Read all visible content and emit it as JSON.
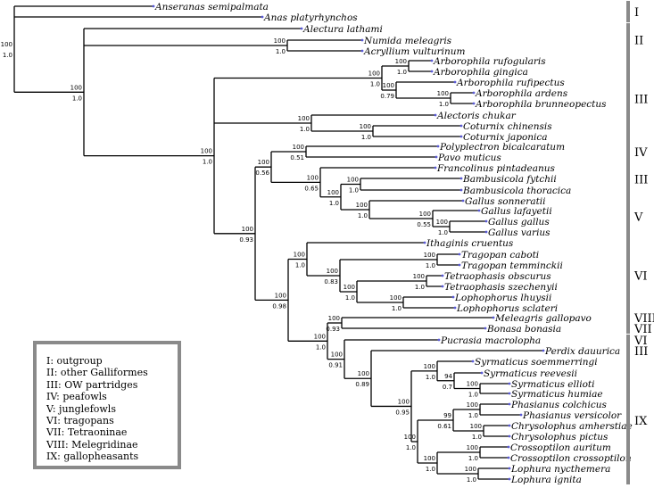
{
  "taxa": [
    {
      "id": "anseranas",
      "label": "Anseranas semipalmata"
    },
    {
      "id": "anas",
      "label": "Anas platyrhynchos"
    },
    {
      "id": "alectura",
      "label": "Alectura lathami"
    },
    {
      "id": "numida",
      "label": "Numida meleagris"
    },
    {
      "id": "acryllium",
      "label": "Acryllium vulturinum"
    },
    {
      "id": "arb_ruf",
      "label": "Arborophila rufogularis"
    },
    {
      "id": "arb_gin",
      "label": "Arborophila gingica"
    },
    {
      "id": "arb_rufp",
      "label": "Arborophila rufipectus"
    },
    {
      "id": "arb_ard",
      "label": "Arborophila ardens"
    },
    {
      "id": "arb_bru",
      "label": "Arborophila brunneopectus"
    },
    {
      "id": "alectoris",
      "label": "Alectoris chukar"
    },
    {
      "id": "cot_chi",
      "label": "Coturnix chinensis"
    },
    {
      "id": "cot_jap",
      "label": "Coturnix japonica"
    },
    {
      "id": "polyplectron",
      "label": "Polyplectron bicalcaratum"
    },
    {
      "id": "pavo",
      "label": "Pavo muticus"
    },
    {
      "id": "francolinus",
      "label": "Francolinus pintadeanus"
    },
    {
      "id": "bam_fyt",
      "label": "Bambusicola fytchii"
    },
    {
      "id": "bam_tho",
      "label": "Bambusicola thoracica"
    },
    {
      "id": "gal_son",
      "label": "Gallus sonneratii"
    },
    {
      "id": "gal_laf",
      "label": "Gallus lafayetii"
    },
    {
      "id": "gal_gal",
      "label": "Gallus gallus"
    },
    {
      "id": "gal_var",
      "label": "Gallus varius"
    },
    {
      "id": "ithaginis",
      "label": "Ithaginis cruentus"
    },
    {
      "id": "tra_cab",
      "label": "Tragopan caboti"
    },
    {
      "id": "tra_tem",
      "label": "Tragopan temminckii"
    },
    {
      "id": "tet_obs",
      "label": "Tetraophasis obscurus"
    },
    {
      "id": "tet_sze",
      "label": "Tetraophasis szechenyii"
    },
    {
      "id": "lop_lhu",
      "label": "Lophophorus lhuysii"
    },
    {
      "id": "lop_scl",
      "label": "Lophophorus sclateri"
    },
    {
      "id": "meleagris",
      "label": "Meleagris gallopavo"
    },
    {
      "id": "bonasa",
      "label": "Bonasa bonasia"
    },
    {
      "id": "pucrasia",
      "label": "Pucrasia macrolopha"
    },
    {
      "id": "perdix",
      "label": "Perdix dauurica"
    },
    {
      "id": "syr_soe",
      "label": "Syrmaticus soemmerringi"
    },
    {
      "id": "syr_ree",
      "label": "Syrmaticus reevesii"
    },
    {
      "id": "syr_ell",
      "label": "Syrmaticus ellioti"
    },
    {
      "id": "syr_hum",
      "label": "Syrmaticus humiae"
    },
    {
      "id": "pha_col",
      "label": "Phasianus colchicus"
    },
    {
      "id": "pha_ver",
      "label": "Phasianus versicolor"
    },
    {
      "id": "chr_amh",
      "label": "Chrysolophus amherstiae"
    },
    {
      "id": "chr_pic",
      "label": "Chrysolophus pictus"
    },
    {
      "id": "cro_aur",
      "label": "Crossoptilon auritum"
    },
    {
      "id": "cro_cro",
      "label": "Crossoptilon crossoptilon"
    },
    {
      "id": "lop_nyc",
      "label": "Lophura nycthemera"
    },
    {
      "id": "lop_ign",
      "label": "Lophura ignita"
    }
  ],
  "nodes": [
    {
      "id": "root",
      "bootstrap": "100",
      "posterior": "1.0",
      "children": [
        "anseranas",
        "anas",
        "n_gall"
      ]
    },
    {
      "id": "n_gall",
      "bootstrap": "100",
      "posterior": "1.0",
      "children": [
        "alectura",
        "n_numida",
        "n_phas"
      ]
    },
    {
      "id": "n_numida",
      "bootstrap": "100",
      "posterior": "1.0",
      "children": [
        "numida",
        "acryllium"
      ]
    },
    {
      "id": "n_phas",
      "bootstrap": "100",
      "posterior": "1.0",
      "children": [
        "n_arbor",
        "n_ac",
        "n_rest"
      ]
    },
    {
      "id": "n_arbor",
      "bootstrap": "100",
      "posterior": "1.0",
      "children": [
        "n_arb1",
        "n_arb2"
      ]
    },
    {
      "id": "n_arb1",
      "bootstrap": "100",
      "posterior": "1.0",
      "children": [
        "arb_ruf",
        "arb_gin"
      ]
    },
    {
      "id": "n_arb2",
      "bootstrap": "100",
      "posterior": "0.79",
      "children": [
        "arb_rufp",
        "n_arb3"
      ]
    },
    {
      "id": "n_arb3",
      "bootstrap": "100",
      "posterior": "1.0",
      "children": [
        "arb_ard",
        "arb_bru"
      ]
    },
    {
      "id": "n_ac",
      "bootstrap": "100",
      "posterior": "1.0",
      "children": [
        "alectoris",
        "n_cot"
      ]
    },
    {
      "id": "n_cot",
      "bootstrap": "100",
      "posterior": "1.0",
      "children": [
        "cot_chi",
        "cot_jap"
      ]
    },
    {
      "id": "n_rest",
      "bootstrap": "100",
      "posterior": "0.93",
      "children": [
        "n_pea",
        "n_big"
      ]
    },
    {
      "id": "n_pea",
      "bootstrap": "100",
      "posterior": "0.56",
      "children": [
        "n_pp",
        "n_fbg"
      ]
    },
    {
      "id": "n_pp",
      "bootstrap": "100",
      "posterior": "0.51",
      "children": [
        "polyplectron",
        "pavo"
      ]
    },
    {
      "id": "n_fbg",
      "bootstrap": "100",
      "posterior": "0.65",
      "children": [
        "francolinus",
        "n_bg"
      ]
    },
    {
      "id": "n_bg",
      "bootstrap": "100",
      "posterior": "1.0",
      "children": [
        "n_bam",
        "n_gallus"
      ]
    },
    {
      "id": "n_bam",
      "bootstrap": "100",
      "posterior": "1.0",
      "children": [
        "bam_fyt",
        "bam_tho"
      ]
    },
    {
      "id": "n_gallus",
      "bootstrap": "100",
      "posterior": "1.0",
      "children": [
        "gal_son",
        "n_g2"
      ]
    },
    {
      "id": "n_g2",
      "bootstrap": "100",
      "posterior": "0.55",
      "children": [
        "gal_laf",
        "n_g3"
      ]
    },
    {
      "id": "n_g3",
      "bootstrap": "100",
      "posterior": "1.0",
      "children": [
        "gal_gal",
        "gal_var"
      ]
    },
    {
      "id": "n_big",
      "bootstrap": "100",
      "posterior": "0.98",
      "children": [
        "n_trag",
        "n_mp"
      ]
    },
    {
      "id": "n_trag",
      "bootstrap": "100",
      "posterior": "1.0",
      "children": [
        "ithaginis",
        "n_t1"
      ]
    },
    {
      "id": "n_t1",
      "bootstrap": "100",
      "posterior": "0.83",
      "children": [
        "n_tra",
        "n_tl"
      ]
    },
    {
      "id": "n_tra",
      "bootstrap": "100",
      "posterior": "1.0",
      "children": [
        "tra_cab",
        "tra_tem"
      ]
    },
    {
      "id": "n_tl",
      "bootstrap": "100",
      "posterior": "1.0",
      "children": [
        "n_tet",
        "n_lop"
      ]
    },
    {
      "id": "n_tet",
      "bootstrap": "100",
      "posterior": "1.0",
      "children": [
        "tet_obs",
        "tet_sze"
      ]
    },
    {
      "id": "n_lop",
      "bootstrap": "100",
      "posterior": "1.0",
      "children": [
        "lop_lhu",
        "lop_scl"
      ]
    },
    {
      "id": "n_mp",
      "bootstrap": "100",
      "posterior": "1.0",
      "children": [
        "n_mb",
        "n_pp2"
      ]
    },
    {
      "id": "n_mb",
      "bootstrap": "100",
      "posterior": "0.93",
      "children": [
        "meleagris",
        "bonasa"
      ]
    },
    {
      "id": "n_pp2",
      "bootstrap": "100",
      "posterior": "0.91",
      "children": [
        "pucrasia",
        "n_pg"
      ]
    },
    {
      "id": "n_pg",
      "bootstrap": "100",
      "posterior": "0.89",
      "children": [
        "perdix",
        "n_gp"
      ]
    },
    {
      "id": "n_gp",
      "bootstrap": "100",
      "posterior": "0.95",
      "children": [
        "n_syr",
        "n_rest2"
      ]
    },
    {
      "id": "n_syr",
      "bootstrap": "100",
      "posterior": "1.0",
      "children": [
        "syr_soe",
        "n_s2"
      ]
    },
    {
      "id": "n_s2",
      "bootstrap": "94",
      "posterior": "0.7",
      "children": [
        "syr_ree",
        "n_s3"
      ]
    },
    {
      "id": "n_s3",
      "bootstrap": "100",
      "posterior": "1.0",
      "children": [
        "syr_ell",
        "syr_hum"
      ]
    },
    {
      "id": "n_rest2",
      "bootstrap": "100",
      "posterior": "1.0",
      "children": [
        "n_pc",
        "n_cl"
      ]
    },
    {
      "id": "n_pc",
      "bootstrap": "99",
      "posterior": "0.61",
      "children": [
        "n_pha",
        "n_chr"
      ]
    },
    {
      "id": "n_pha",
      "bootstrap": "100",
      "posterior": "1.0",
      "children": [
        "pha_col",
        "pha_ver"
      ]
    },
    {
      "id": "n_chr",
      "bootstrap": "100",
      "posterior": "1.0",
      "children": [
        "chr_amh",
        "chr_pic"
      ]
    },
    {
      "id": "n_cl",
      "bootstrap": "100",
      "posterior": "1.0",
      "children": [
        "n_cro",
        "n_lph"
      ]
    },
    {
      "id": "n_cro",
      "bootstrap": "100",
      "posterior": "1.0",
      "children": [
        "cro_aur",
        "cro_cro"
      ]
    },
    {
      "id": "n_lph",
      "bootstrap": "100",
      "posterior": "1.0",
      "children": [
        "lop_nyc",
        "lop_ign"
      ]
    }
  ],
  "groups": [
    {
      "label": "I",
      "from": "anseranas",
      "to": "anas"
    },
    {
      "label": "II",
      "from": "alectura",
      "to": "acryllium"
    },
    {
      "label": "III",
      "from": "arb_ruf",
      "to": "cot_jap"
    },
    {
      "label": "IV",
      "from": "polyplectron",
      "to": "pavo"
    },
    {
      "label": "III",
      "from": "francolinus",
      "to": "bam_tho"
    },
    {
      "label": "V",
      "from": "gal_son",
      "to": "gal_var"
    },
    {
      "label": "VI",
      "from": "ithaginis",
      "to": "lop_scl"
    },
    {
      "label": "VIII",
      "from": "meleagris",
      "to": "meleagris"
    },
    {
      "label": "VII",
      "from": "bonasa",
      "to": "bonasa"
    },
    {
      "label": "VI",
      "from": "pucrasia",
      "to": "pucrasia"
    },
    {
      "label": "III",
      "from": "perdix",
      "to": "perdix"
    },
    {
      "label": "IX",
      "from": "syr_soe",
      "to": "lop_ign"
    }
  ],
  "legend": [
    "I: outgroup",
    "II: other Galliformes",
    "III:  OW partridges",
    "IV: peafowls",
    "V: junglefowls",
    "VI: tragopans",
    "VII: Tetraoninae",
    "VIII: Melegridinae",
    "IX: gallopheasants"
  ],
  "colors": {
    "branch": "#000000",
    "bar": "#8a8a8a",
    "tip_dot": "#5b5bd6",
    "legend_border": "#8a8a8a"
  }
}
